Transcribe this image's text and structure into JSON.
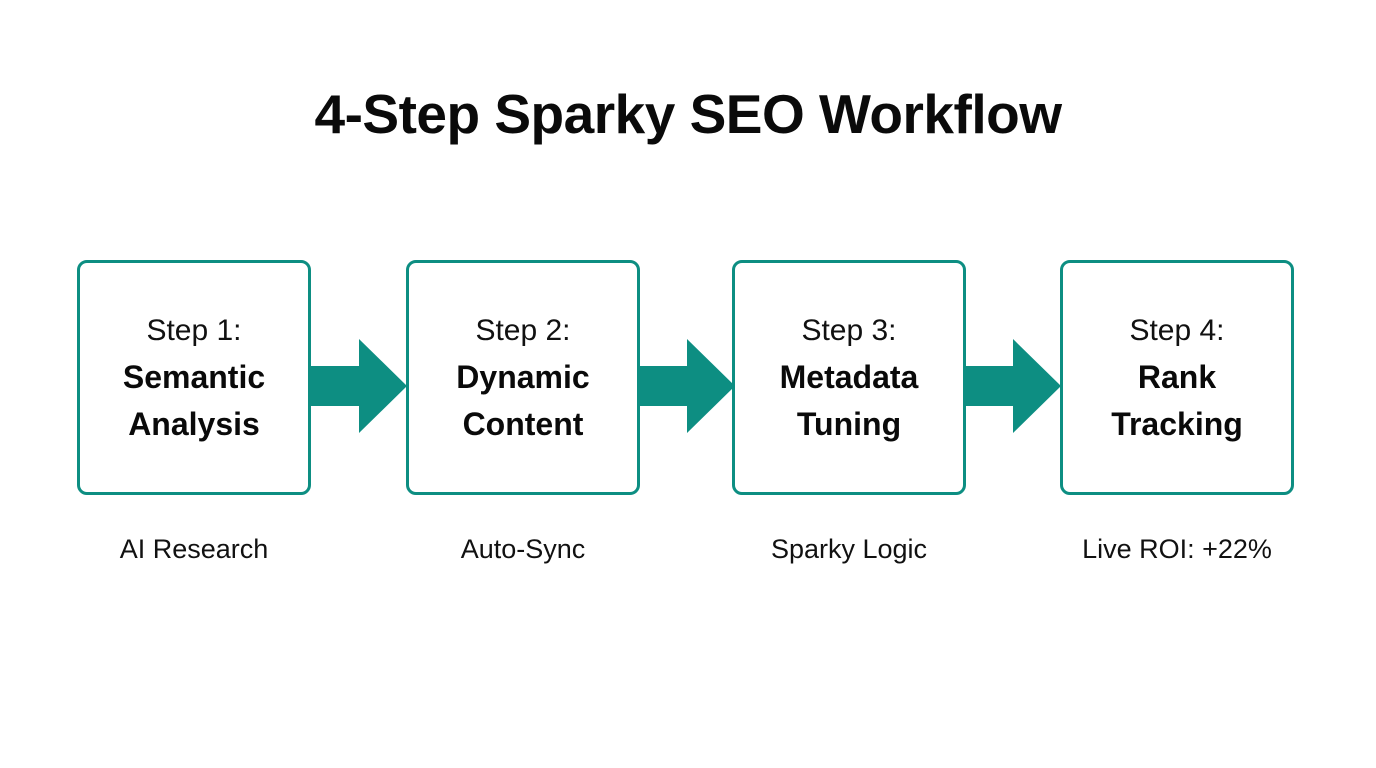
{
  "theme": {
    "accent": "#0d8e82",
    "background": "#ffffff",
    "text": "#111111"
  },
  "title": "4-Step Sparky SEO Workflow",
  "flow": {
    "steps": [
      {
        "label": "Step 1:",
        "title_line1": "Semantic",
        "title_line2": "Analysis",
        "caption": "AI Research"
      },
      {
        "label": "Step 2:",
        "title_line1": "Dynamic",
        "title_line2": "Content",
        "caption": "Auto-Sync"
      },
      {
        "label": "Step 3:",
        "title_line1": "Metadata",
        "title_line2": "Tuning",
        "caption": "Sparky Logic"
      },
      {
        "label": "Step 4:",
        "title_line1": "Rank",
        "title_line2": "Tracking",
        "caption": "Live ROI: +22%"
      }
    ],
    "connectors": [
      {
        "icon": "arrow-right-icon"
      },
      {
        "icon": "arrow-right-icon"
      },
      {
        "icon": "arrow-right-icon"
      }
    ]
  }
}
